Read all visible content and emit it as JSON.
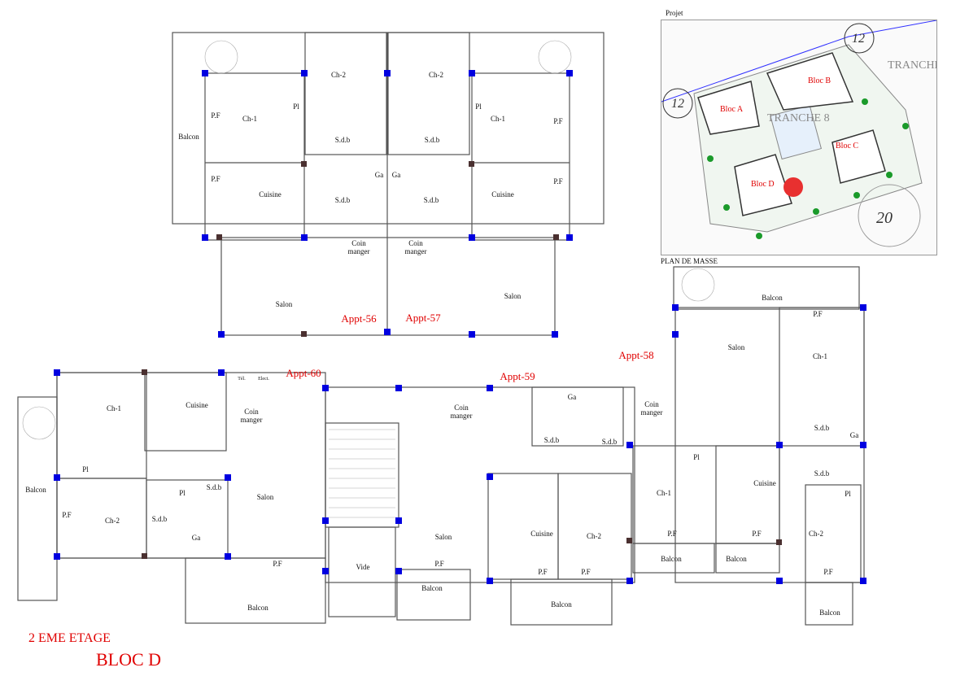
{
  "titles": {
    "floor": "2 EME ETAGE",
    "block": "BLOC D"
  },
  "apartments": [
    "Appt-56",
    "Appt-57",
    "Appt-58",
    "Appt-59",
    "Appt-60"
  ],
  "rooms": [
    "Balcon",
    "P.F",
    "Ch-1",
    "Pl",
    "Ch-2",
    "Ch-2",
    "Pl",
    "Ch-1",
    "P.F",
    "P.F",
    "Cuisine",
    "S.d.b",
    "S.d.b",
    "Ga",
    "Ga",
    "S.d.b",
    "S.d.b",
    "Cuisine",
    "P.F",
    "Coin manger",
    "Coin manger",
    "Salon",
    "Salon",
    "Balcon",
    "P.F",
    "Salon",
    "Ch-1",
    "Coin manger",
    "Ga",
    "S.d.b",
    "S.d.b",
    "S.d.b",
    "Ga",
    "S.d.b",
    "Pl",
    "Pl",
    "Ch-1",
    "Cuisine",
    "Ch-2",
    "P.F",
    "P.F",
    "Balcon",
    "Balcon",
    "P.F",
    "Balcon",
    "Coin manger",
    "Salon",
    "Cuisine",
    "Ch-2",
    "P.F",
    "Balcon",
    "Vide",
    "P.F",
    "P.F",
    "Balcon",
    "Tél.",
    "Elect.",
    "Ch-1",
    "Cuisine",
    "Coin manger",
    "Pl",
    "Balcon",
    "P.F",
    "Ch-2",
    "Pl",
    "S.d.b",
    "S.d.b",
    "Ga",
    "Salon",
    "P.F",
    "Balcon"
  ],
  "inset": {
    "project_label": "Projet",
    "caption": "PLAN DE MASSE",
    "blocs": [
      "Bloc A",
      "Bloc B",
      "Bloc C",
      "Bloc D"
    ],
    "tranche_main": "TRANCHE 8",
    "tranche_side": "TRANCHE",
    "lot_numbers": [
      "12",
      "12",
      "20"
    ]
  },
  "colors": {
    "column": "#0000e0",
    "label_red": "#e00000",
    "highlight": "#e83030"
  }
}
